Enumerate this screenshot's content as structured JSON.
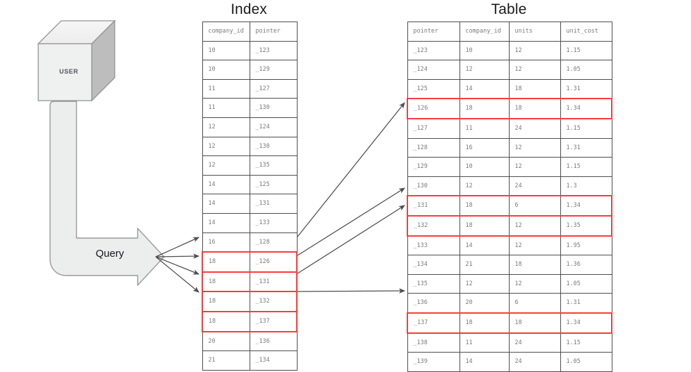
{
  "diagram": {
    "user_box": {
      "label": "USER",
      "icon": "cube-3d-icon"
    },
    "query_arrow": {
      "label": "Query",
      "icon": "curved-block-arrow-icon"
    },
    "highlight_color": "#fb3b3b",
    "line_color": "#4d4d4d",
    "fill_color": "#eceded"
  },
  "index": {
    "title": "Index",
    "columns": [
      "company_id",
      "pointer"
    ],
    "rows": [
      {
        "company_id": "10",
        "pointer": "_123",
        "highlighted": false
      },
      {
        "company_id": "10",
        "pointer": "_129",
        "highlighted": false
      },
      {
        "company_id": "11",
        "pointer": "_127",
        "highlighted": false
      },
      {
        "company_id": "11",
        "pointer": "_130",
        "highlighted": false
      },
      {
        "company_id": "12",
        "pointer": "_124",
        "highlighted": false
      },
      {
        "company_id": "12",
        "pointer": "_130",
        "highlighted": false
      },
      {
        "company_id": "12",
        "pointer": "_135",
        "highlighted": false
      },
      {
        "company_id": "14",
        "pointer": "_125",
        "highlighted": false
      },
      {
        "company_id": "14",
        "pointer": "_131",
        "highlighted": false
      },
      {
        "company_id": "14",
        "pointer": "_133",
        "highlighted": false
      },
      {
        "company_id": "16",
        "pointer": "_128",
        "highlighted": false
      },
      {
        "company_id": "18",
        "pointer": "_126",
        "highlighted": true
      },
      {
        "company_id": "18",
        "pointer": "_131",
        "highlighted": true
      },
      {
        "company_id": "18",
        "pointer": "_132",
        "highlighted": true
      },
      {
        "company_id": "18",
        "pointer": "_137",
        "highlighted": true
      },
      {
        "company_id": "20",
        "pointer": "_136",
        "highlighted": false
      },
      {
        "company_id": "21",
        "pointer": "_134",
        "highlighted": false
      }
    ]
  },
  "table": {
    "title": "Table",
    "columns": [
      "pointer",
      "company_id",
      "units",
      "unit_cost"
    ],
    "rows": [
      {
        "pointer": "_123",
        "company_id": "10",
        "units": "12",
        "unit_cost": "1.15",
        "highlighted": false
      },
      {
        "pointer": "_124",
        "company_id": "12",
        "units": "12",
        "unit_cost": "1.05",
        "highlighted": false
      },
      {
        "pointer": "_125",
        "company_id": "14",
        "units": "18",
        "unit_cost": "1.31",
        "highlighted": false
      },
      {
        "pointer": "_126",
        "company_id": "18",
        "units": "18",
        "unit_cost": "1.34",
        "highlighted": true
      },
      {
        "pointer": "_127",
        "company_id": "11",
        "units": "24",
        "unit_cost": "1.15",
        "highlighted": false
      },
      {
        "pointer": "_128",
        "company_id": "16",
        "units": "12",
        "unit_cost": "1.31",
        "highlighted": false
      },
      {
        "pointer": "_129",
        "company_id": "10",
        "units": "12",
        "unit_cost": "1.15",
        "highlighted": false
      },
      {
        "pointer": "_130",
        "company_id": "12",
        "units": "24",
        "unit_cost": "1.3",
        "highlighted": false
      },
      {
        "pointer": "_131",
        "company_id": "18",
        "units": "6",
        "unit_cost": "1.34",
        "highlighted": true
      },
      {
        "pointer": "_132",
        "company_id": "18",
        "units": "12",
        "unit_cost": "1.35",
        "highlighted": true
      },
      {
        "pointer": "_133",
        "company_id": "14",
        "units": "12",
        "unit_cost": "1.95",
        "highlighted": false
      },
      {
        "pointer": "_134",
        "company_id": "21",
        "units": "18",
        "unit_cost": "1.36",
        "highlighted": false
      },
      {
        "pointer": "_135",
        "company_id": "12",
        "units": "12",
        "unit_cost": "1.05",
        "highlighted": false
      },
      {
        "pointer": "_136",
        "company_id": "20",
        "units": "6",
        "unit_cost": "1.31",
        "highlighted": false
      },
      {
        "pointer": "_137",
        "company_id": "18",
        "units": "18",
        "unit_cost": "1.34",
        "highlighted": true
      },
      {
        "pointer": "_138",
        "company_id": "11",
        "units": "24",
        "unit_cost": "1.15",
        "highlighted": false
      },
      {
        "pointer": "_139",
        "company_id": "14",
        "units": "24",
        "unit_cost": "1.05",
        "highlighted": false
      }
    ]
  }
}
